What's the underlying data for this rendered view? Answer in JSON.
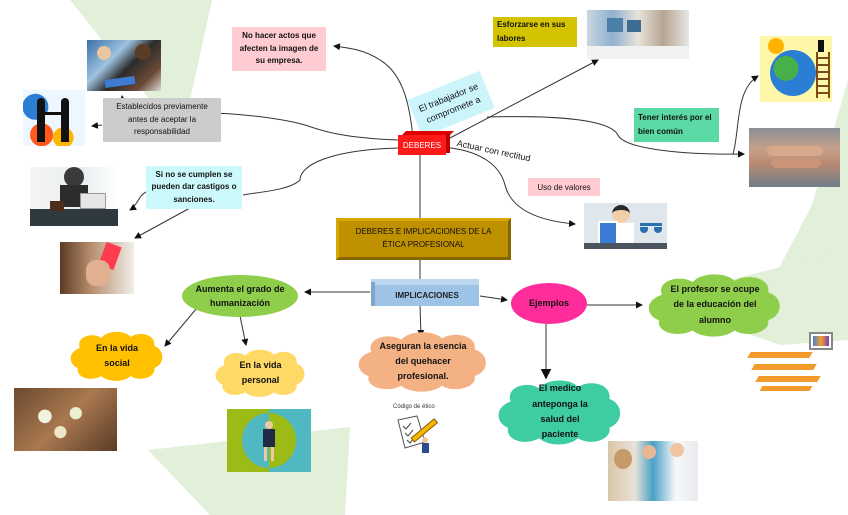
{
  "title": "DEBERES E IMPLICACIONES DE LA ÉTICA PROFESIONAL",
  "colors": {
    "deberes": "#ff1a1a",
    "title_box": "#bf9000",
    "implicaciones": "#9dc3e6",
    "ejemplos": "#ff2d9b",
    "humanizacion": "#8fce4b",
    "vida_social": "#ffc000",
    "vida_personal": "#ffd966",
    "esencia": "#f4b183",
    "medico": "#3ecca2",
    "profesor": "#8fce4b",
    "background_shape": "#e2efd9"
  },
  "deberes": {
    "label": "DEBERES",
    "connector_label_1": "El trabajador se compromete a",
    "connector_label_2": "Actuar con rectitud",
    "items": {
      "no_hacer_actos": "No hacer actos que afecten la imagen de su empresa.",
      "esforzarse": "Esforzarse en sus labores",
      "establecidos": "Establecidos previamente antes de aceptar la responsabilidad",
      "castigos": "Si no se cumplen se pueden dar castigos o sanciones.",
      "interes_comun": "Tener interés por el bien común",
      "uso_valores": "Uso de valores"
    }
  },
  "implicaciones": {
    "label": "IMPLICACIONES",
    "humanizacion": "Aumenta el grado de humanización",
    "vida_social": "En la vida social",
    "vida_personal": "En la vida personal",
    "esencia": "Aseguran la esencia del quehacer profesional.",
    "codigo_etico": "Código de ético",
    "ejemplos": "Ejemplos",
    "profesor": "El profesor se ocupe de la educación del alumno",
    "medico": "El medico anteponga la salud del paciente"
  },
  "images": {
    "entrevista": "interview-photo",
    "negocio": "business-handshake-illustration",
    "oficina": "office-team-photo",
    "mundo": "world-volunteers-illustration",
    "manos": "stacked-hands-photo",
    "juez": "judge-gavel-photo",
    "tarjeta_roja": "red-card-photo",
    "valores": "justice-scales-illustration",
    "comida": "shared-meal-photo",
    "persona": "woman-telescope-illustration",
    "aula": "classroom-illustration",
    "doctor": "doctor-patient-photo",
    "codigo": "ethics-code-pencil-illustration"
  }
}
